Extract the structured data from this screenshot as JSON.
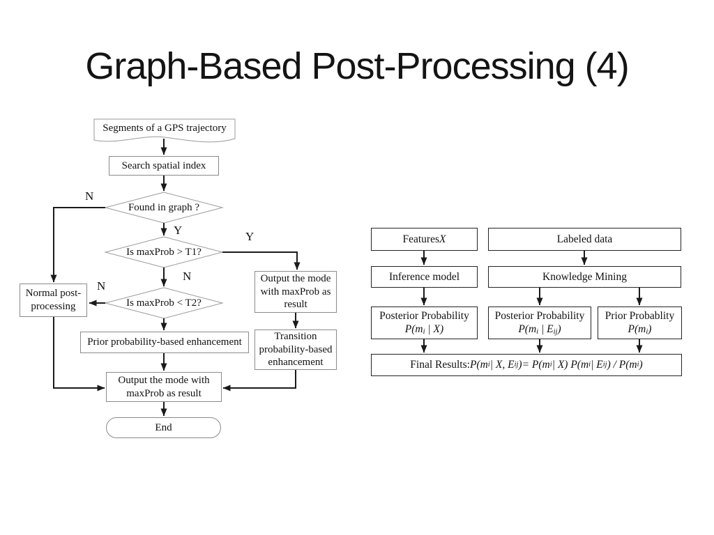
{
  "title": "Graph-Based Post-Processing (4)",
  "colors": {
    "background": "#ffffff",
    "text": "#111111",
    "connector_line": "#1a1a1a",
    "flowchart_box_border": "#8a8a8a",
    "diamond_border": "#9a9a9a",
    "bayes_box_border": "#222222"
  },
  "flowchart": {
    "segments": "Segments of a GPS trajectory",
    "search": "Search spatial index",
    "decision_found": "Found in graph ?",
    "decision_t1": "Is maxProb > T1?",
    "decision_t2": "Is maxProb < T2?",
    "normal": {
      "lines": [
        "Normal post-",
        "processing"
      ]
    },
    "prior_enhancement": "Prior probability-based enhancement",
    "output_right": {
      "lines": [
        "Output the mode",
        "with maxProb as",
        "result"
      ]
    },
    "transition_enhancement": {
      "lines": [
        "Transition",
        "probability-based",
        "enhancement"
      ]
    },
    "output_bottom": {
      "lines": [
        "Output the mode with",
        "maxProb as result"
      ]
    },
    "end": "End",
    "branch_labels": {
      "found_n": "N",
      "found_y": "Y",
      "t1_y": "Y",
      "t1_n": "N",
      "t2_n": "N"
    }
  },
  "bayes": {
    "features": [
      {
        "t": "Features ",
        "k": "r"
      },
      {
        "t": "X",
        "k": "i"
      }
    ],
    "labeled_data": "Labeled data",
    "inference_model": "Inference model",
    "knowledge_mining": "Knowledge Mining",
    "posterior_x": {
      "title": "Posterior Probability",
      "formula": [
        {
          "t": "P(m",
          "k": "i"
        },
        {
          "t": "i",
          "k": "s"
        },
        {
          "t": " | X)",
          "k": "i"
        }
      ]
    },
    "posterior_e": {
      "title": "Posterior Probability",
      "formula": [
        {
          "t": "P(m",
          "k": "i"
        },
        {
          "t": "i",
          "k": "s"
        },
        {
          "t": " | E",
          "k": "i"
        },
        {
          "t": "ij",
          "k": "s"
        },
        {
          "t": ")",
          "k": "i"
        }
      ]
    },
    "prior": {
      "title": "Prior Probablity",
      "formula": [
        {
          "t": "P(m",
          "k": "i"
        },
        {
          "t": "i",
          "k": "s"
        },
        {
          "t": ")",
          "k": "i"
        }
      ]
    },
    "final": [
      {
        "t": "Final Results: ",
        "k": "r"
      },
      {
        "t": "P(m",
        "k": "i"
      },
      {
        "t": "i",
        "k": "s"
      },
      {
        "t": " | X, E",
        "k": "i"
      },
      {
        "t": "ij",
        "k": "s"
      },
      {
        "t": ")= P(m",
        "k": "i"
      },
      {
        "t": "i",
        "k": "s"
      },
      {
        "t": " | X) P(m",
        "k": "i"
      },
      {
        "t": "i",
        "k": "s"
      },
      {
        "t": " | E",
        "k": "i"
      },
      {
        "t": "ij",
        "k": "s"
      },
      {
        "t": ") / P(m",
        "k": "i"
      },
      {
        "t": "i",
        "k": "s"
      },
      {
        "t": ")",
        "k": "i"
      }
    ]
  }
}
